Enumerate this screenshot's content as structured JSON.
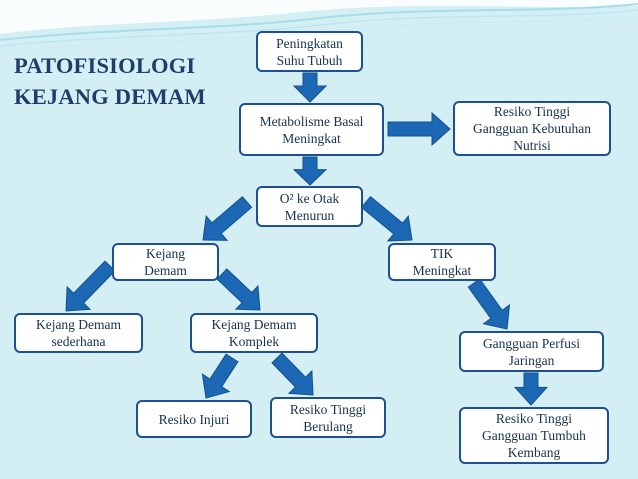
{
  "title": {
    "line1": "PATOFISIOLOGI",
    "line2": "KEJANG DEMAM"
  },
  "nodes": {
    "suhu": {
      "l1": "Peningkatan",
      "l2": "Suhu Tubuh"
    },
    "metabolisme": {
      "l1": "Metabolisme Basal",
      "l2": "Meningkat"
    },
    "nutrisi": {
      "l1": "Resiko Tinggi",
      "l2": "Gangguan Kebutuhan",
      "l3": "Nutrisi"
    },
    "otak": {
      "l1": "O² ke Otak",
      "l2": "Menurun"
    },
    "kejang": {
      "l1": "Kejang",
      "l2": "Demam"
    },
    "tik": {
      "l1": "TIK",
      "l2": "Meningkat"
    },
    "sederhana": {
      "l1": "Kejang Demam",
      "l2": "sederhana"
    },
    "komplek": {
      "l1": "Kejang Demam",
      "l2": "Komplek"
    },
    "perfusi": {
      "l1": "Gangguan Perfusi",
      "l2": "Jaringan"
    },
    "injuri": {
      "l1": "Resiko Injuri"
    },
    "berulang": {
      "l1": "Resiko Tinggi",
      "l2": "Berulang"
    },
    "kembang": {
      "l1": "Resiko Tinggi",
      "l2": "Gangguan Tumbuh",
      "l3": "Kembang"
    }
  },
  "colors": {
    "background": "#d3eff4",
    "box_border": "#1d4f95",
    "arrow": "#1c68b5",
    "title": "#1f3d6b"
  }
}
